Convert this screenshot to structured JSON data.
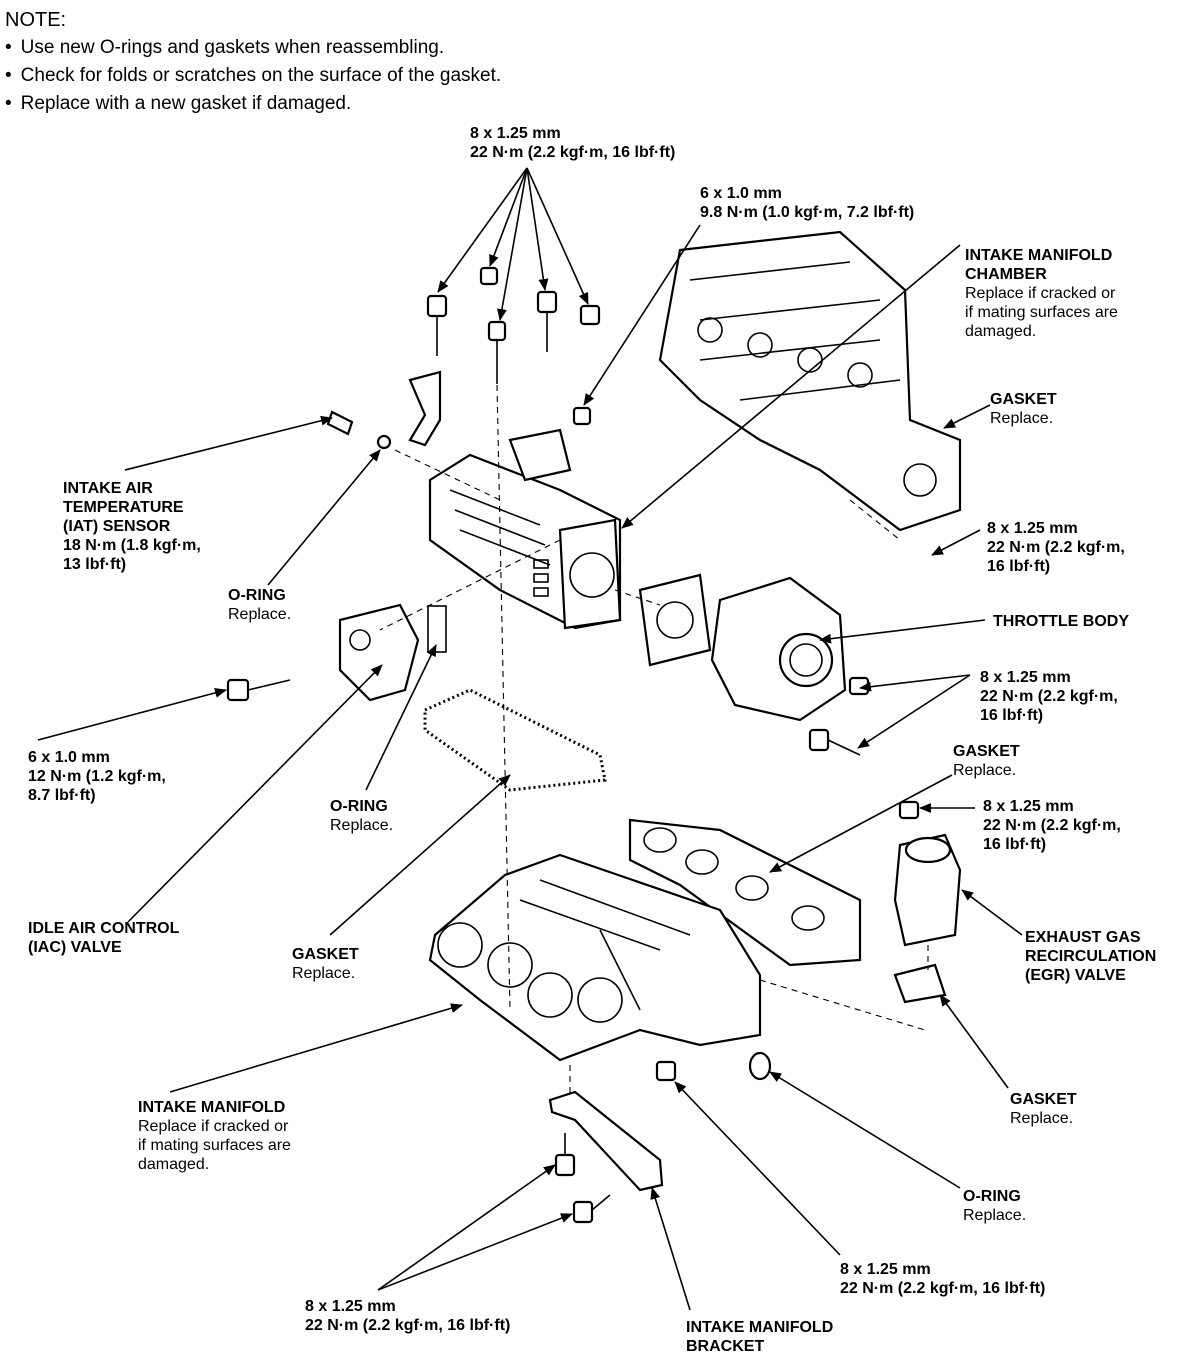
{
  "note": {
    "heading": "NOTE:",
    "items": [
      "Use new O-rings and gaskets when reassembling.",
      "Check for folds or scratches on the surface of the gasket.",
      "Replace with a new gasket if damaged."
    ]
  },
  "callouts": {
    "bolt_top": {
      "l1": "8 x 1.25 mm",
      "l2": "22 N·m (2.2 kgf·m, 16 lbf·ft)"
    },
    "bolt_6x1": {
      "l1": "6 x 1.0 mm",
      "l2": "9.8 N·m (1.0 kgf·m, 7.2 lbf·ft)"
    },
    "chamber": {
      "t1": "INTAKE MANIFOLD",
      "t2": "CHAMBER",
      "r1": "Replace if cracked or",
      "r2": "if mating surfaces are",
      "r3": "damaged."
    },
    "gasket_chamber": {
      "t1": "GASKET",
      "r1": "Replace."
    },
    "bolt_chamber": {
      "l1": "8 x 1.25 mm",
      "l2": "22 N·m (2.2 kgf·m,",
      "l3": "16 lbf·ft)"
    },
    "iat": {
      "t1": "INTAKE AIR",
      "t2": "TEMPERATURE",
      "t3": "(IAT) SENSOR",
      "t4": "18 N·m (1.8 kgf·m,",
      "t5": "13 lbf·ft)"
    },
    "oring_iat": {
      "t1": "O-RING",
      "r1": "Replace."
    },
    "throttle": {
      "t1": "THROTTLE BODY"
    },
    "bolt_throttle": {
      "l1": "8 x 1.25 mm",
      "l2": "22 N·m (2.2 kgf·m,",
      "l3": "16 lbf·ft)"
    },
    "bolt_iac": {
      "l1": "6 x 1.0 mm",
      "l2": "12 N·m (1.2 kgf·m,",
      "l3": "8.7 lbf·ft)"
    },
    "gasket_throttle": {
      "t1": "GASKET",
      "r1": "Replace."
    },
    "oring_iac": {
      "t1": "O-RING",
      "r1": "Replace."
    },
    "bolt_egr": {
      "l1": "8 x 1.25 mm",
      "l2": "22 N·m (2.2 kgf·m,",
      "l3": "16 lbf·ft)"
    },
    "iac": {
      "t1": "IDLE AIR CONTROL",
      "t2": "(IAC) VALVE"
    },
    "gasket_mid": {
      "t1": "GASKET",
      "r1": "Replace."
    },
    "egr": {
      "t1": "EXHAUST GAS",
      "t2": "RECIRCULATION",
      "t3": "(EGR) VALVE"
    },
    "intake_manifold": {
      "t1": "INTAKE MANIFOLD",
      "r1": "Replace if cracked or",
      "r2": "if mating surfaces are",
      "r3": "damaged."
    },
    "gasket_egr": {
      "t1": "GASKET",
      "r1": "Replace."
    },
    "oring_bottom": {
      "t1": "O-RING",
      "r1": "Replace."
    },
    "nut_bottom": {
      "l1": "8 x 1.25 mm",
      "l2": "22 N·m (2.2 kgf·m, 16 lbf·ft)"
    },
    "bolt_bracket": {
      "l1": "8 x 1.25 mm",
      "l2": "22 N·m (2.2 kgf·m, 16 lbf·ft)"
    },
    "bracket": {
      "t1": "INTAKE MANIFOLD",
      "t2": "BRACKET"
    }
  }
}
